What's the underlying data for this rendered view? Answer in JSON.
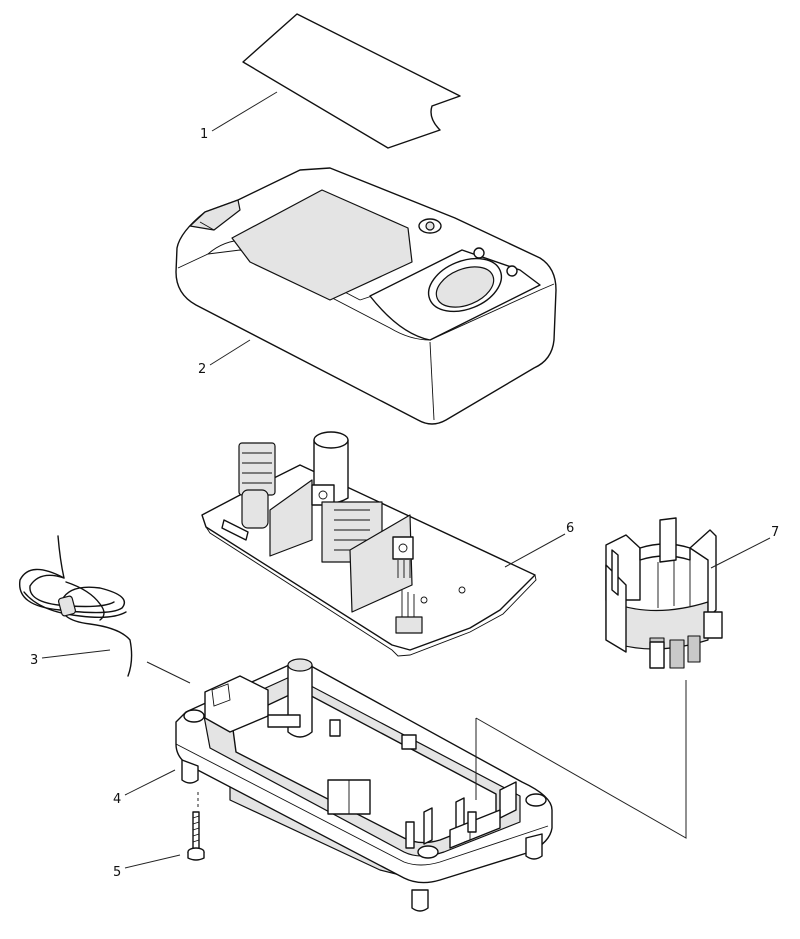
{
  "diagram": {
    "parts": [
      {
        "number": "1",
        "icon": "label-sheet-icon"
      },
      {
        "number": "2",
        "icon": "charger-cover-icon"
      },
      {
        "number": "3",
        "icon": "power-cord-icon"
      },
      {
        "number": "4",
        "icon": "charger-base-icon"
      },
      {
        "number": "5",
        "icon": "screw-icon"
      },
      {
        "number": "6",
        "icon": "circuit-board-icon"
      },
      {
        "number": "7",
        "icon": "battery-holder-icon"
      }
    ]
  }
}
